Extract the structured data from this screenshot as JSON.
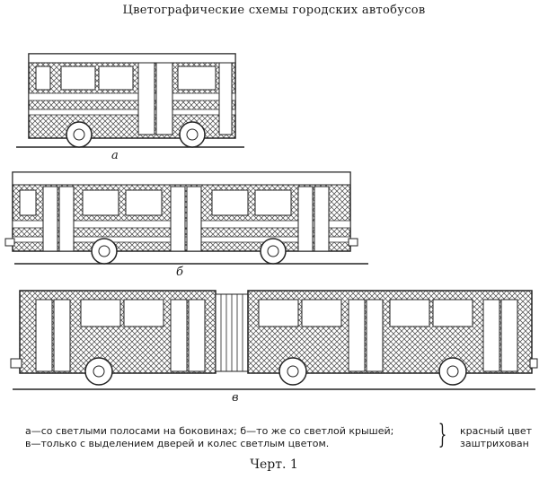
{
  "title": "Цветографические схемы городских автобусов",
  "figures": [
    {
      "label": "а"
    },
    {
      "label": "б"
    },
    {
      "label": "в"
    }
  ],
  "caption": {
    "line1": "а—со светлыми полосами на боковинах; б—то же со светлой крышей;",
    "line2": "в—только с выделением дверей и колес светлым цветом."
  },
  "brace": "}",
  "note": {
    "line1": "красный цвет",
    "line2": "заштрихован"
  },
  "chert": "Черт. 1"
}
